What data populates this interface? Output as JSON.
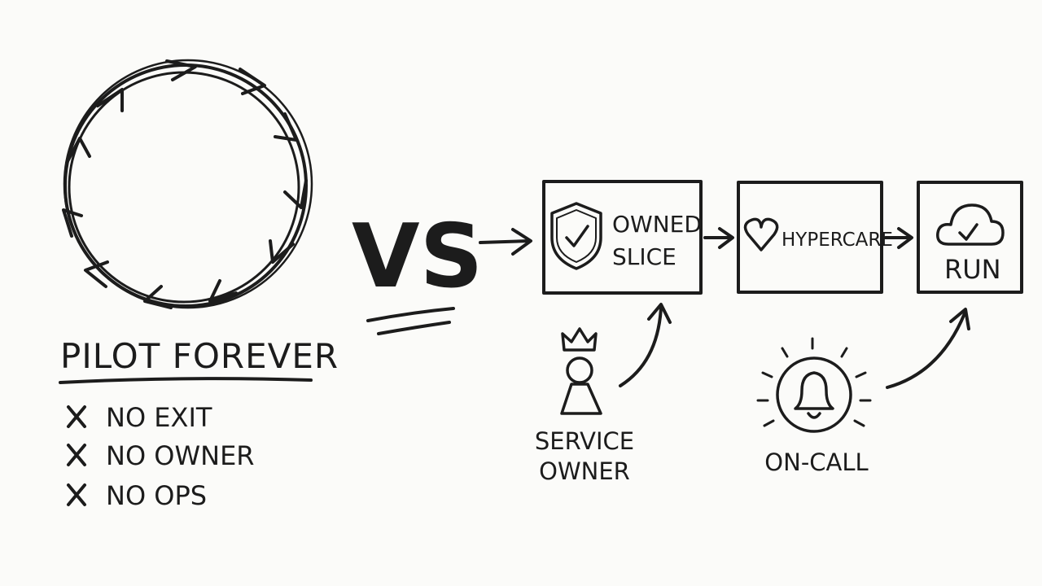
{
  "left": {
    "title": "PILOT FOREVER",
    "items": [
      {
        "icon": "x-mark-icon",
        "label": "NO EXIT"
      },
      {
        "icon": "x-mark-icon",
        "label": "NO OWNER"
      },
      {
        "icon": "x-mark-icon",
        "label": "NO OPS"
      }
    ]
  },
  "versus": "VS",
  "flow": {
    "steps": [
      {
        "icon": "shield-check-icon",
        "lines": [
          "OWNED",
          "SLICE"
        ]
      },
      {
        "icon": "heart-icon",
        "lines": [
          "HYPERCARE"
        ]
      },
      {
        "icon": "cloud-check-icon",
        "lines": [
          "RUN"
        ]
      }
    ]
  },
  "roles": [
    {
      "icon": "crowned-person-icon",
      "lines": [
        "SERVICE",
        "OWNER"
      ]
    },
    {
      "icon": "bell-icon",
      "lines": [
        "ON-CALL"
      ]
    }
  ],
  "colors": {
    "ink": "#1c1c1c",
    "background": "#fbfbf9"
  }
}
